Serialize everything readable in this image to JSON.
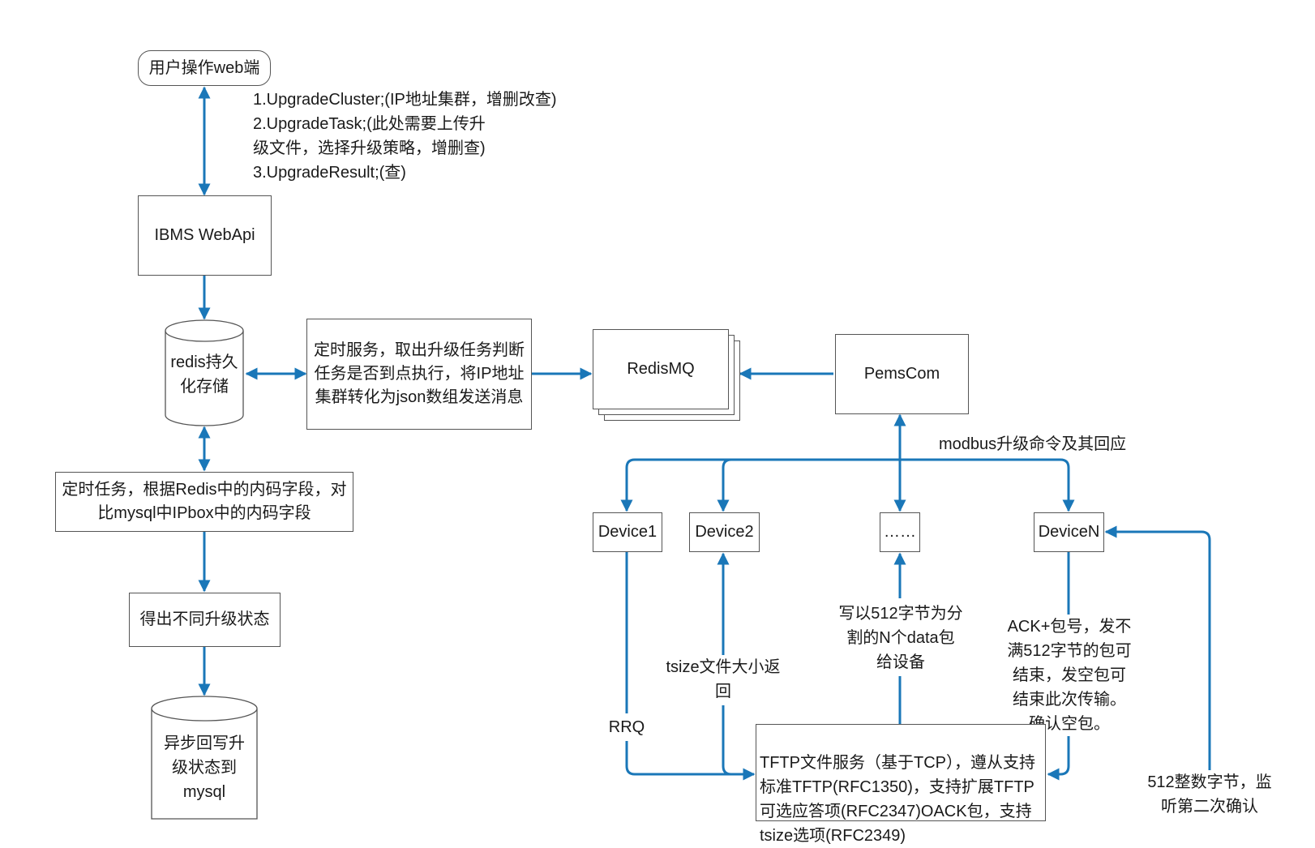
{
  "colors": {
    "arrow": "#1a77b8",
    "border": "#555555",
    "text": "#1a1a1a"
  },
  "nodes": {
    "user_web": "用户操作web端",
    "webapi": "IBMS WebApi",
    "redis_store": "redis持久\n化存储",
    "scheduler_service": "定时服务，取出升级任务判断任务是否到点执行，将IP地址集群转化为json数组发送消息",
    "redismq": "RedisMQ",
    "pemscom": "PemsCom",
    "scheduled_task": "定时任务，根据Redis中的内码字段，对比mysql中IPbox中的内码字段",
    "upgrade_status": "得出不同升级状态",
    "mysql_store": "异步回写升\n级状态到\nmysql",
    "device1": "Device1",
    "device2": "Device2",
    "device_more": "……",
    "deviceN": "DeviceN",
    "tftp": "TFTP文件服务（基于TCP），遵从支持标准TFTP(RFC1350)，支持扩展TFTP可选应答项(RFC2347)OACK包，支持 tsize选项(RFC2349)"
  },
  "labels": {
    "api_list": "1.UpgradeCluster;(IP地址集群，增删改查)\n2.UpgradeTask;(此处需要上传升\n级文件，选择升级策略，增删查)\n3.UpgradeResult;(查)",
    "modbus": "modbus升级命令及其回应",
    "rrq": "RRQ",
    "tsize": "tsize文件大小返\n回",
    "write_data": "写以512字节为分\n割的N个data包\n给设备",
    "ack": "ACK+包号，发不\n满512字节的包可\n结束，发空包可\n结束此次传输。\n确认空包。",
    "listen": "512整数字节，监\n听第二次确认"
  }
}
